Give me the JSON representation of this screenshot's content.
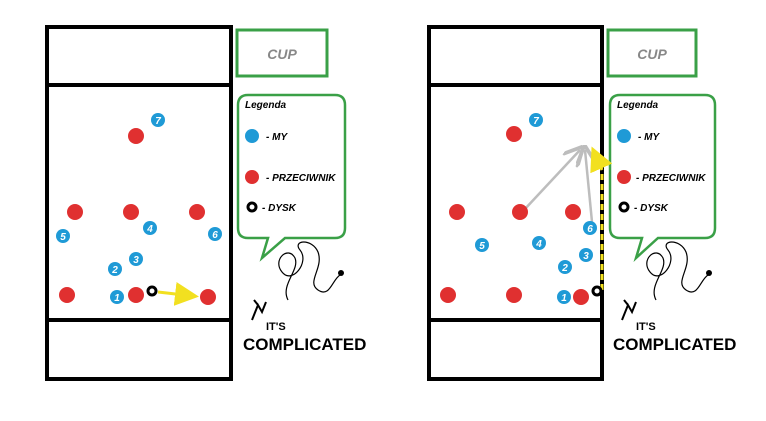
{
  "colors": {
    "field_line": "#000000",
    "box_border": "#3aa047",
    "us": "#1f9ad6",
    "opponent": "#e03030",
    "disc": "#000000",
    "arrow_pass": "#f2e020",
    "arrow_cut": "#bdbdbd",
    "arrow_lane": "#f2e020"
  },
  "panels": [
    {
      "title": "CUP",
      "legend": {
        "heading": "Legenda",
        "items": [
          {
            "icon": "blue-dot-icon",
            "text": "- MY"
          },
          {
            "icon": "red-dot-icon",
            "text": "- PRZECIWNIK"
          },
          {
            "icon": "disc-icon",
            "text": "- DYSK"
          }
        ]
      },
      "logo": {
        "line1": "IT'S",
        "line2": "COMPLICATED"
      },
      "us_numbers": [
        "7",
        "5",
        "4",
        "6",
        "3",
        "2",
        "1"
      ]
    },
    {
      "title": "CUP",
      "legend": {
        "heading": "Legenda",
        "items": [
          {
            "icon": "blue-dot-icon",
            "text": "- MY"
          },
          {
            "icon": "red-dot-icon",
            "text": "- PRZECIWNIK"
          },
          {
            "icon": "disc-icon",
            "text": "- DYSK"
          }
        ]
      },
      "logo": {
        "line1": "IT'S",
        "line2": "COMPLICATED"
      },
      "us_numbers": [
        "7",
        "5",
        "4",
        "6",
        "3",
        "2",
        "1"
      ]
    }
  ]
}
